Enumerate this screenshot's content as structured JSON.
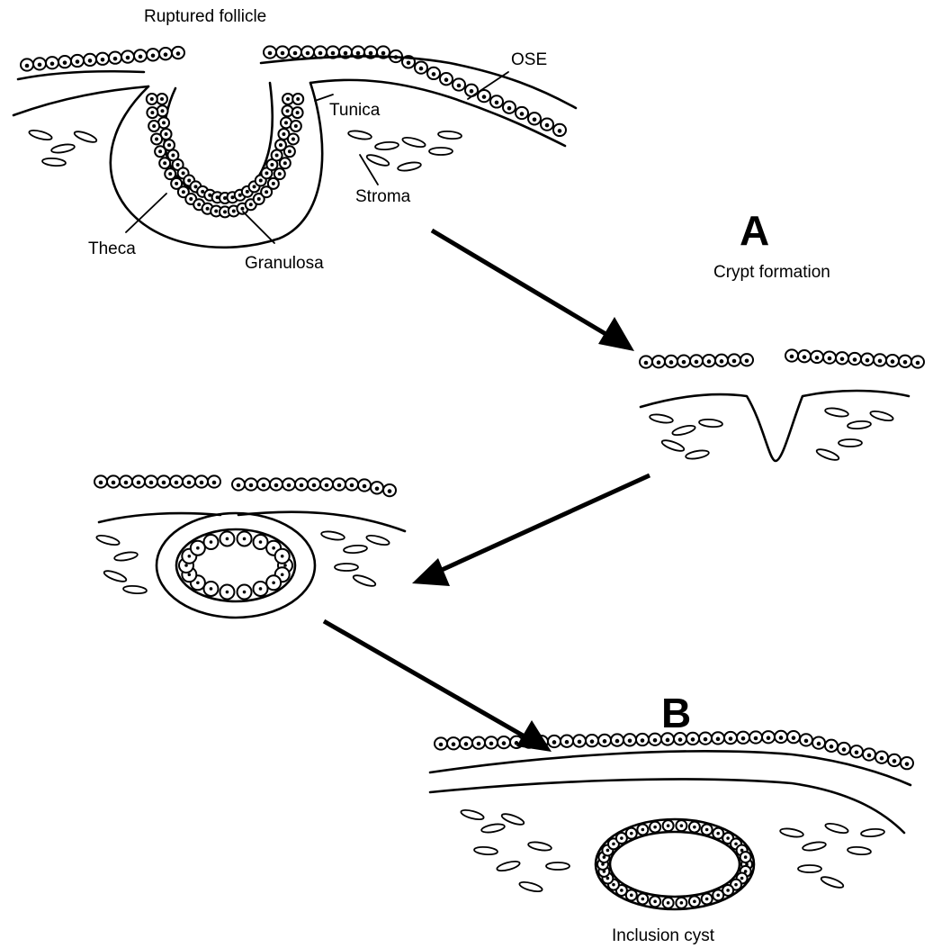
{
  "labels": {
    "ruptured_follicle": "Ruptured follicle",
    "ose": "OSE",
    "tunica": "Tunica",
    "stroma": "Stroma",
    "theca": "Theca",
    "granulosa": "Granulosa",
    "stage_a_letter": "A",
    "stage_a_caption": "Crypt formation",
    "stage_b_letter": "B",
    "stage_b_caption": "Inclusion cyst"
  }
}
